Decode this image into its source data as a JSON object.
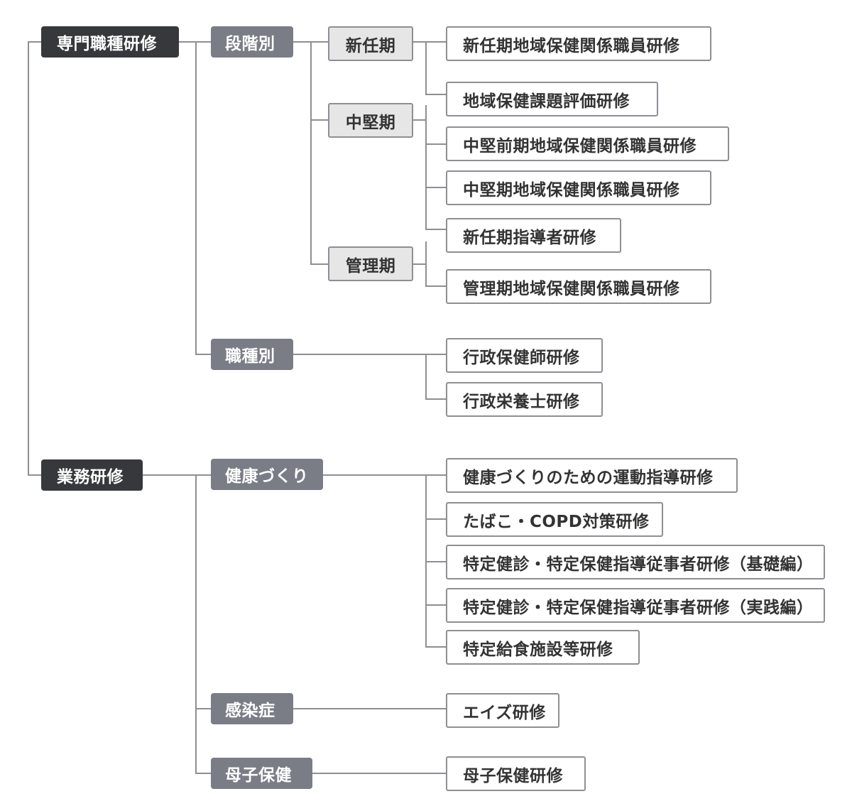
{
  "colors": {
    "line": "#8e8f94",
    "level1_bg": "#37383c",
    "level2_bg": "#7a7c86",
    "level3_bg": "#e6e6e6",
    "leaf_bg": "#ffffff"
  },
  "tree": {
    "senmon": {
      "label": "専門職種研修",
      "dankai": {
        "label": "段階別",
        "shinninki": {
          "label": "新任期",
          "courses": [
            "新任期地域保健関係職員研修"
          ]
        },
        "chukenki": {
          "label": "中堅期",
          "courses": [
            "地域保健課題評価研修",
            "中堅前期地域保健関係職員研修",
            "中堅期地域保健関係職員研修",
            "新任期指導者研修"
          ]
        },
        "kanriki": {
          "label": "管理期",
          "courses": [
            "管理期地域保健関係職員研修"
          ]
        }
      },
      "shokushu": {
        "label": "職種別",
        "courses": [
          "行政保健師研修",
          "行政栄養士研修"
        ]
      }
    },
    "gyomu": {
      "label": "業務研修",
      "kenkou": {
        "label": "健康づくり",
        "courses": [
          "健康づくりのための運動指導研修",
          "たばこ・COPD対策研修",
          "特定健診・特定保健指導従事者研修（基礎編）",
          "特定健診・特定保健指導従事者研修（実践編）",
          "特定給食施設等研修"
        ]
      },
      "kansen": {
        "label": "感染症",
        "courses": [
          "エイズ研修"
        ]
      },
      "boshi": {
        "label": "母子保健",
        "courses": [
          "母子保健研修"
        ]
      }
    }
  }
}
